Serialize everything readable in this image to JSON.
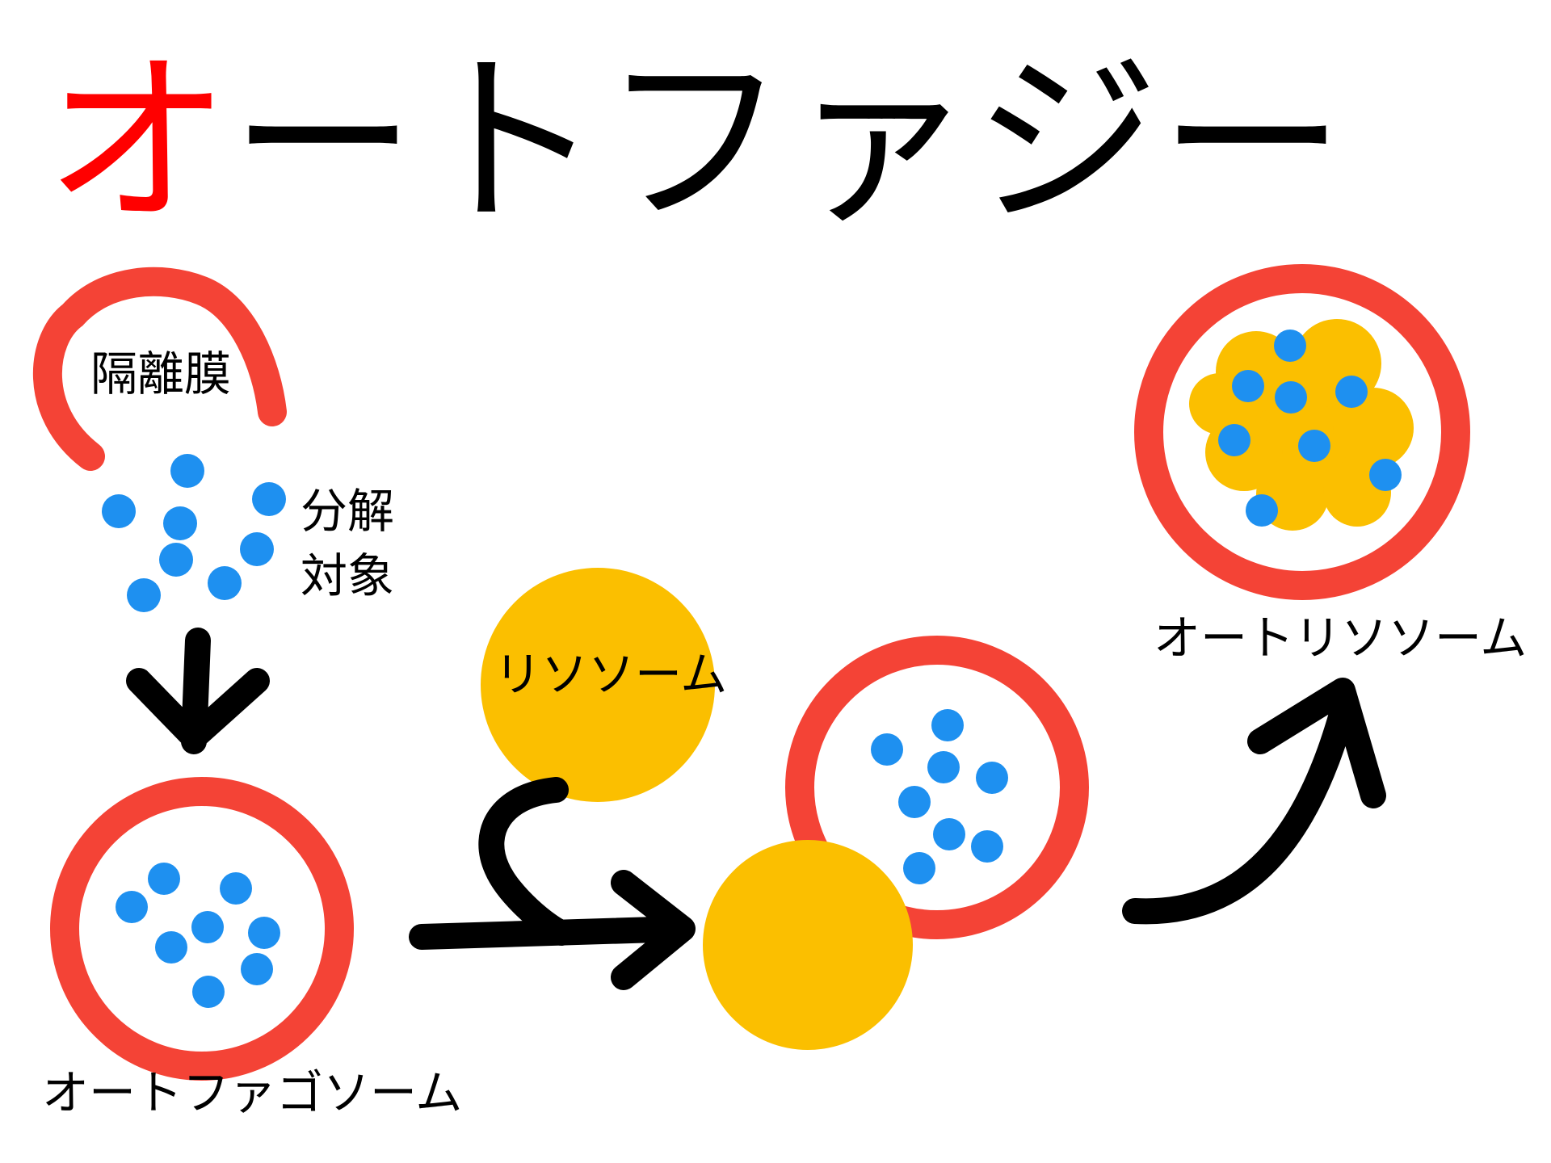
{
  "title": {
    "first_char": "オ",
    "rest": "ートファジー",
    "first_char_color": "#ff0000",
    "rest_color": "#000000"
  },
  "labels": {
    "isolation_membrane": "隔離膜",
    "target_line1": "分解",
    "target_line2": "対象",
    "lysosome": "リソソーム",
    "autophagosome": "オートファゴソーム",
    "autolysosome": "オートリソソーム"
  },
  "colors": {
    "membrane": "#f44336",
    "cargo": "#1e90f0",
    "lysosome": "#fbbf00",
    "arrow": "#000000"
  },
  "icons": {
    "arrow": "curved-arrow-icon",
    "particle": "dot-icon"
  }
}
